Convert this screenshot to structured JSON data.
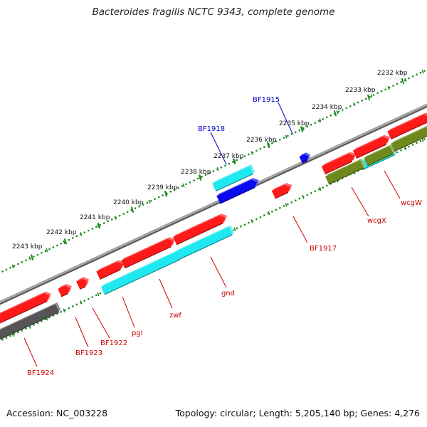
{
  "title": "Bacteroides fragilis NCTC 9343, complete genome",
  "footer": {
    "accession": "Accession: NC_003228",
    "stats": "Topology: circular; Length: 5,205,140 bp; Genes: 4,276"
  },
  "colors": {
    "background": "#ffffff",
    "forward_gene": "#ff1a1a",
    "reverse_gene": "#0a0aee",
    "forward_cds": "#20e8f0",
    "reverse_cds_olive": "#6e8a1e",
    "pseudo_gray": "#555555",
    "backbone": "#888888",
    "ticks": "#1e8a1e",
    "forward_label": "#cc0000",
    "reverse_label": "#0000cc"
  },
  "scale_labels": [
    "2232 kbp",
    "2233 kbp",
    "2234 kbp",
    "2235 kbp",
    "2236 kbp",
    "2237 kbp",
    "2238 kbp",
    "2239 kbp",
    "2240 kbp",
    "2241 kbp",
    "2242 kbp",
    "2243 kbp"
  ],
  "gene_labels": {
    "upper": [
      "BF1918",
      "BF1915"
    ],
    "lower": [
      "BF1924",
      "BF1923",
      "BF1922",
      "pgl",
      "zwf",
      "gnd",
      "BF1917",
      "wcgX",
      "wcgW"
    ]
  }
}
